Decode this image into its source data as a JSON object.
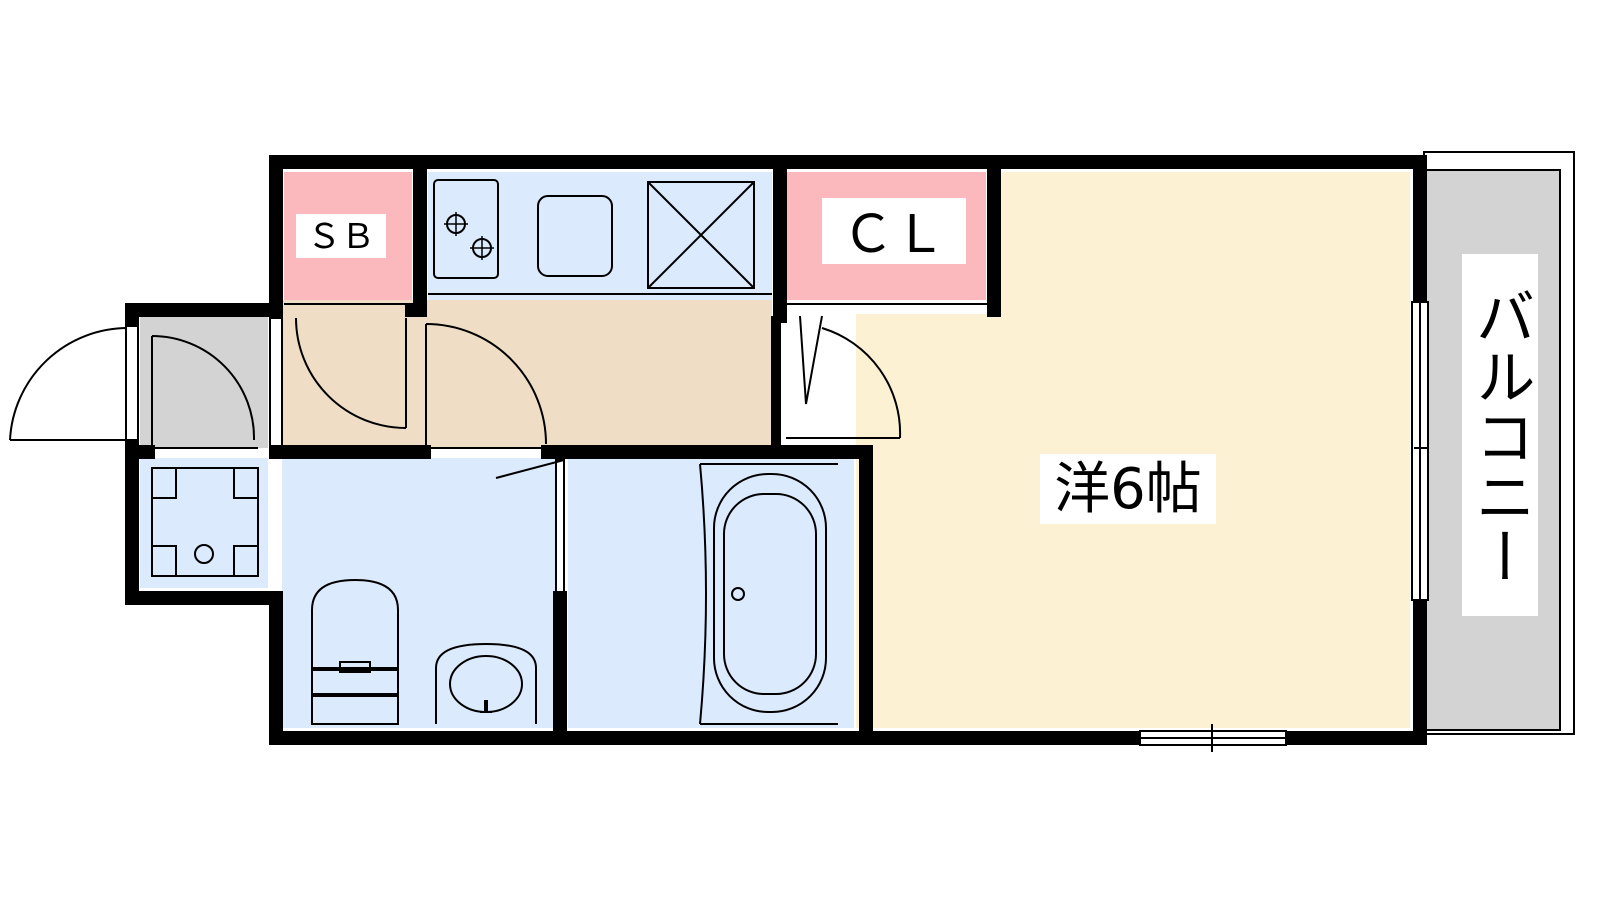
{
  "labels": {
    "storage_box": "ＳＢ",
    "closet": "ＣＬ",
    "main_room": "洋6帖",
    "balcony": "バルコニー"
  },
  "colors": {
    "pink": "#fbb9bd",
    "blue": "#dceafd",
    "beige": "#efdec5",
    "room": "#fdf1d3",
    "gray": "#d3d3d3",
    "wall": "#000000"
  }
}
